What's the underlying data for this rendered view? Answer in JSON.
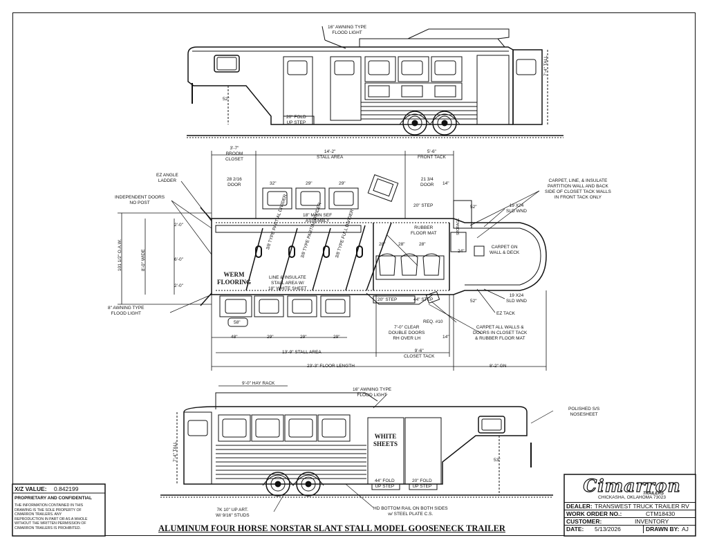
{
  "drawing": {
    "title": "ALUMINUM FOUR HORSE NORSTAR SLANT STALL MODEL GOOSENECK TRAILER"
  },
  "xz": {
    "label": "X/Z VALUE:",
    "value": "0.842199",
    "confidential": "PROPRIETARY AND CONFIDENTIAL",
    "notice": [
      "THE INFORMATION CONTAINED IN THIS",
      "DRAWING IS THE SOLE PROPERTY OF",
      "CIMARRON TRAILERS. ANY",
      "REPRODUCTION IN PART OR AS A WHOLE",
      "WITHOUT THE WRITTEN PERMISSION OF",
      "CIMARRON TRAILERS IS PROHIBITED."
    ]
  },
  "title_block": {
    "logo": "Cimarron",
    "logo_sub": "TRAILERS",
    "location": "CHICKASHA, OKLAHOMA 73023",
    "dealer_label": "DEALER:",
    "dealer": "TRANSWEST TRUCK TRAILER RV",
    "work_order_label": "WORK ORDER NO.:",
    "work_order": "CTM18430",
    "customer_label": "CUSTOMER:",
    "customer": "INVENTORY",
    "date_label": "DATE:",
    "date": "5/13/2026",
    "drawn_by_label": "DRAWN BY:",
    "drawn_by": "AJ"
  },
  "top_elevation": {
    "awning": [
      "16\" AWNING TYPE",
      "FLOOD LIGHT"
    ],
    "fold_step": [
      "20\" FOLD",
      "UP STEP"
    ],
    "height": "7'-4\" TALL",
    "neck": "52\""
  },
  "plan": {
    "top_dims": [
      "3'-7\"",
      "BROOM",
      "CLOSET",
      "14'-2\"",
      "STALL AREA",
      "5'-6\"",
      "FRONT TACK"
    ],
    "door_28": [
      "28 2/16",
      "DOOR"
    ],
    "door_21": [
      "21 3/4",
      "DOOR"
    ],
    "window_dims_top": [
      "32\"",
      "29\"",
      "29\""
    ],
    "dim_14": "14\"",
    "ez_ladder": [
      "EZ ANGLE",
      "LADDER"
    ],
    "independent": [
      "INDEPENDENT DOORS",
      "NO POST"
    ],
    "manger": [
      "18\" MAIN SEF",
      "ASSEMBLY"
    ],
    "width": [
      "101 1/2\" O.A.W.",
      "8'-0\" WIDE"
    ],
    "dims_left": [
      "2'-0\"",
      "6'-0\"",
      "2'-0\""
    ],
    "dividers": [
      "3/8 TYPE PARTIAL DIVIDER",
      "3/8 TYPE PARTIAL DIVIDER",
      "3/8 TYPE FULL DIVIDER"
    ],
    "flooring": [
      "WERM",
      "FLOORING"
    ],
    "line_insulate": [
      "LINE & INSULATE",
      "STALL AREA W/",
      "18\" WHITE SHEET"
    ],
    "rubber_mat": [
      "RUBBER",
      "FLOOR MAT"
    ],
    "saddle_dims": [
      "28\"",
      "28\"",
      "28\""
    ],
    "carpet_partition": [
      "CARPET, LINE, & INSULATE",
      "PARTITION WALL AND BACK",
      "SIDE OF CLOSET TACK WALLS",
      "IN FRONT TACK ONLY"
    ],
    "sld_wnd": [
      "19 X24",
      "SLD WND"
    ],
    "sld_wnd2": [
      "19 X24",
      "SLD WND"
    ],
    "dim_52": "52\"",
    "dim_52b": "52\"",
    "dim_24": "24\"",
    "carpet_gn": [
      "CARPET GN",
      "WALL & DECK"
    ],
    "ez_tack": "EZ TACK",
    "fold_step": "20\" STEP",
    "fold_step2": "20\" STEP",
    "dim_44": "44\" STEP",
    "req": "REQ. #10",
    "clear": [
      "7'-0\" CLEAR",
      "DOUBLE DOORS",
      "RH OVER LH"
    ],
    "carpet_all": [
      "CARPET ALL WALLS &",
      "DOORS IN CLOSET TACK",
      "& RUBBER FLOOR MAT"
    ],
    "awning_left": [
      "8\" AWNING TYPE",
      "FLOOD LIGHT"
    ],
    "box_58": "58\"",
    "bottom_window_dims": [
      "48\"",
      "29\"",
      "29\"",
      "29\"",
      "14\""
    ],
    "stall_13": [
      "13'-9\" STALL AREA"
    ],
    "closet": [
      "9'-6\"",
      "CLOSET TACK"
    ],
    "floor_len": "23'-3\" FLOOR LENGTH",
    "gn": "8'-2\" GN",
    "storage": "STORAGE"
  },
  "bottom_elevation": {
    "hay_rack": "9'-0\" HAY RACK",
    "awning": [
      "16\" AWNING TYPE",
      "FLOOD LIGHT"
    ],
    "nosesheet": [
      "POLISHED S/S",
      "NOSESHEET"
    ],
    "height": "7'-4\" TALL",
    "white_sheets": [
      "WHITE",
      "SHEETS"
    ],
    "neck": "53\"",
    "fold1": [
      "44\" FOLD",
      "UP STEP"
    ],
    "fold2": [
      "20\" FOLD",
      "UP STEP"
    ],
    "axle": [
      "7K 10\" UP ART.",
      "W/ 9/16\" STUDS"
    ],
    "rail": [
      "HD BOTTOM RAIL ON BOTH SIDES",
      "w/ STEEL PLATE C.S."
    ]
  }
}
